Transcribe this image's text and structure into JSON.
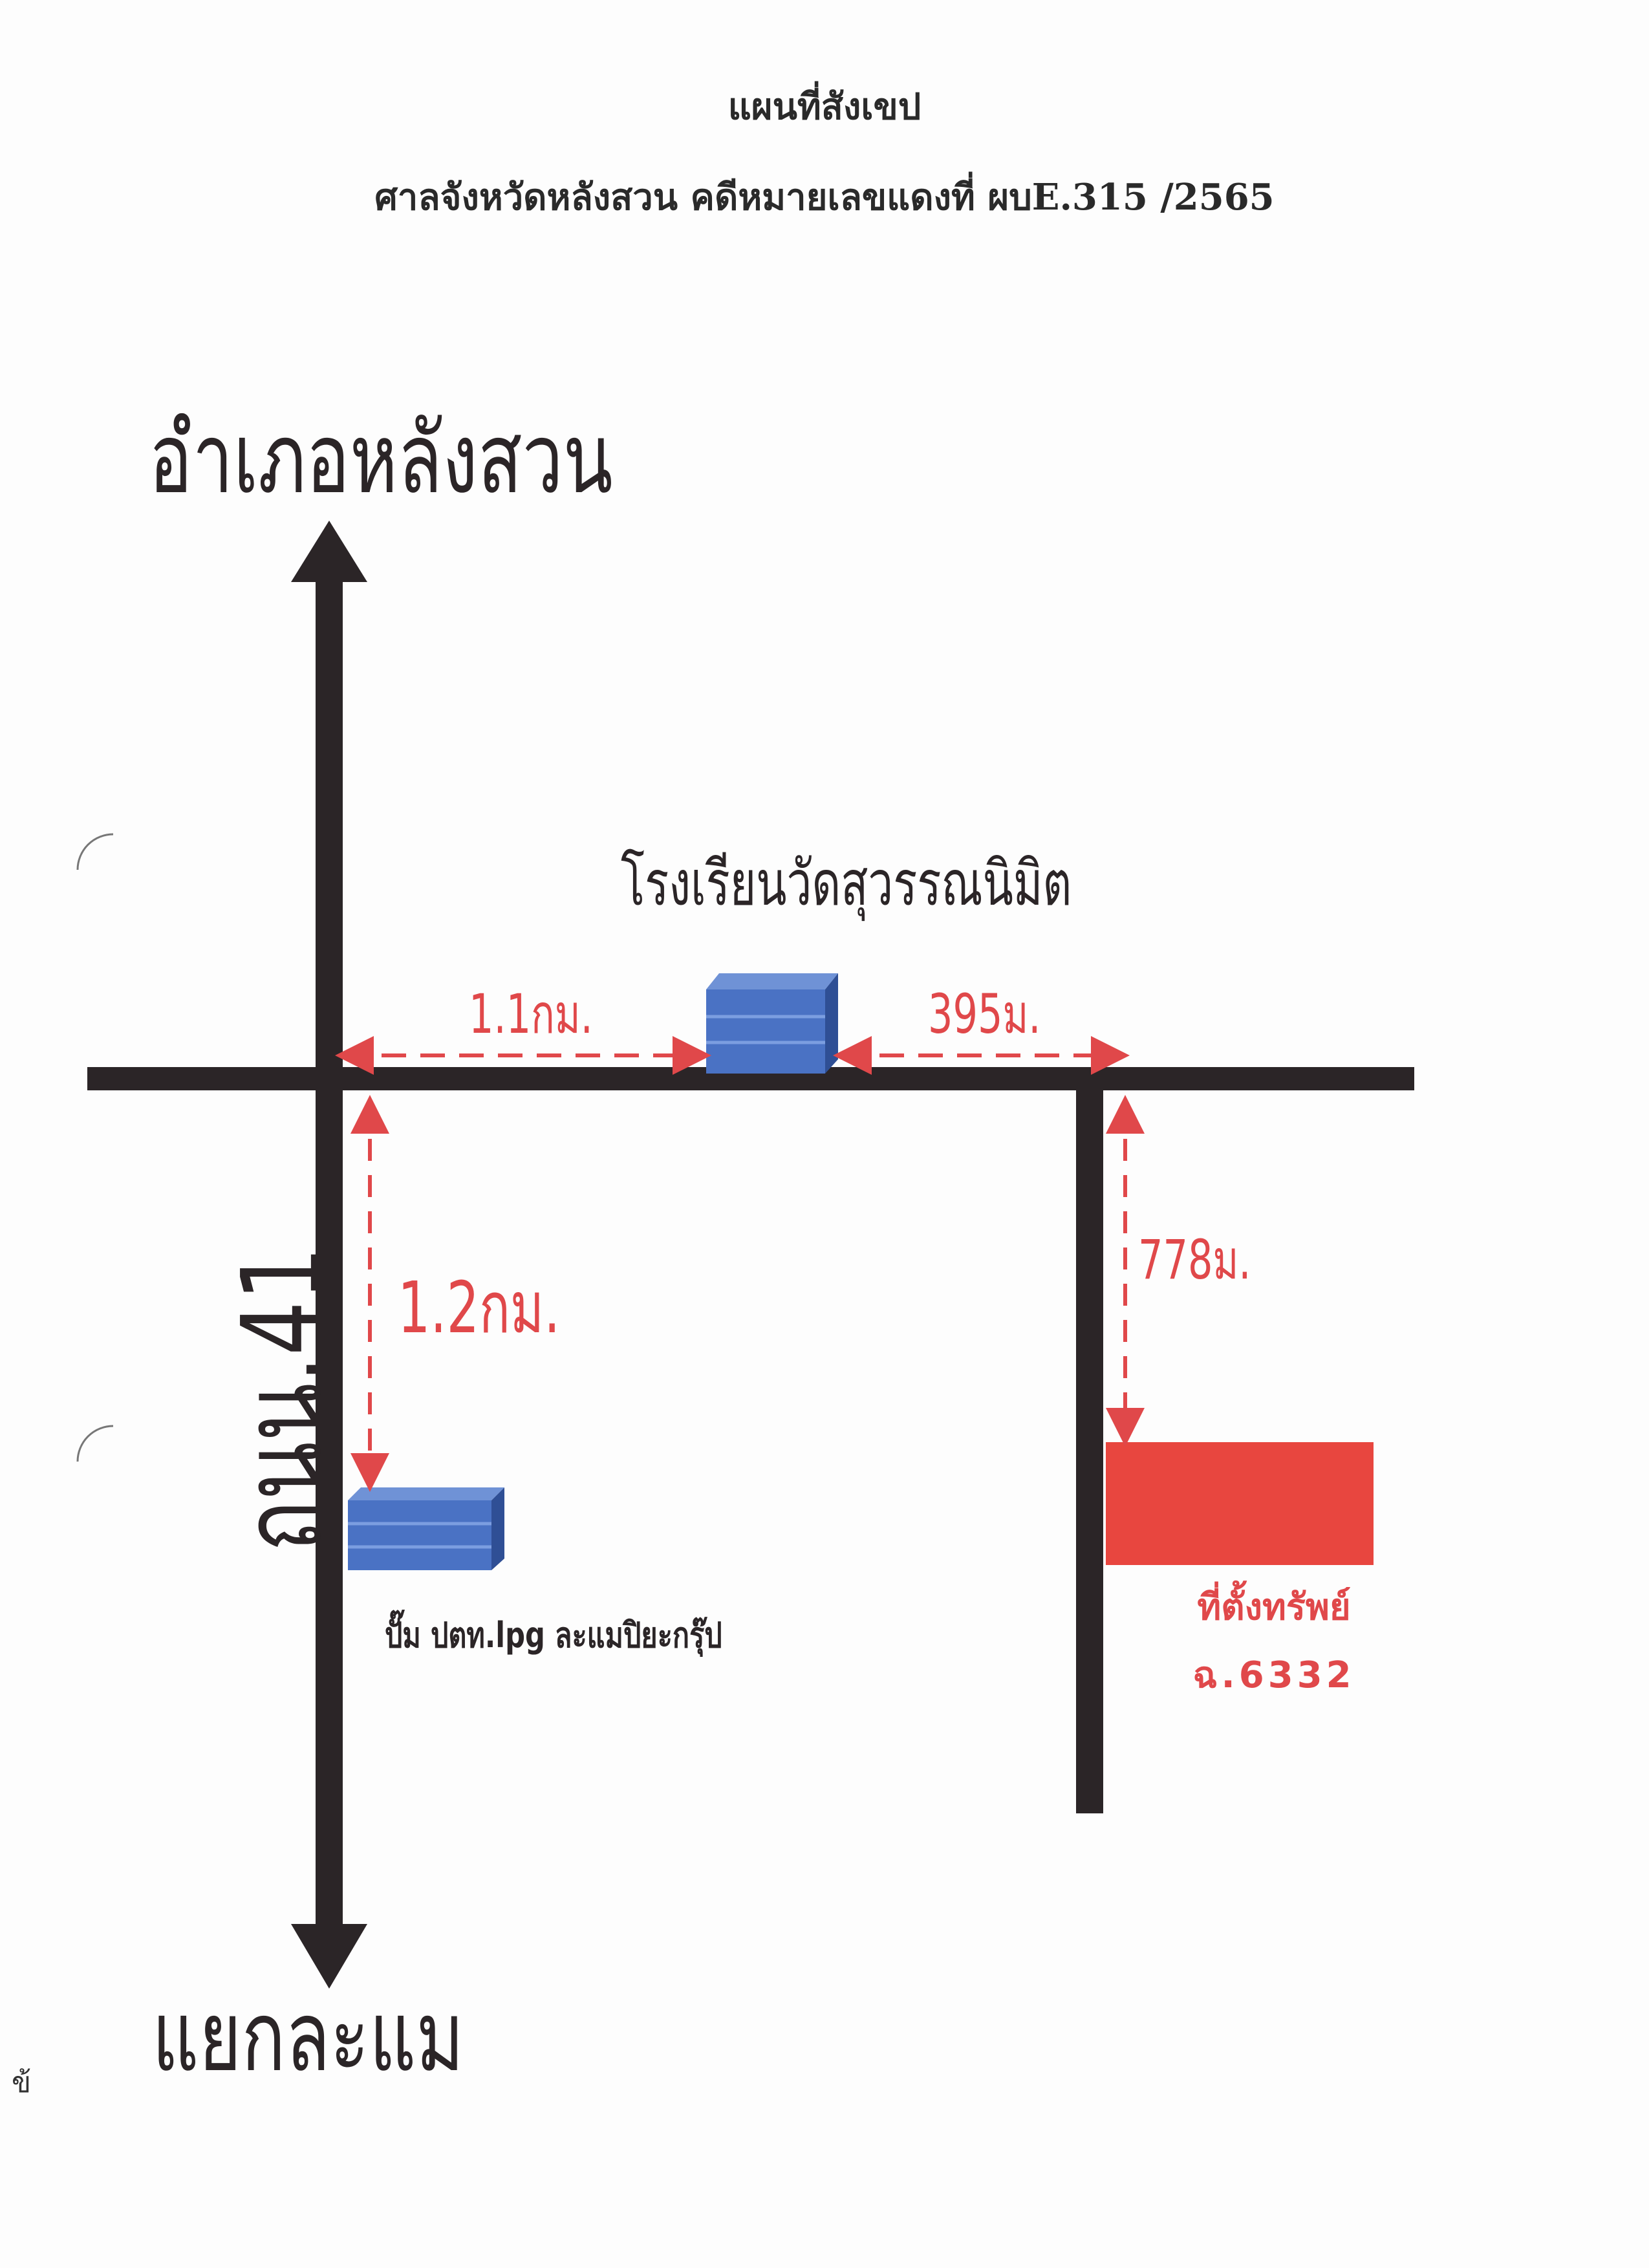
{
  "header": {
    "title": "แผนที่สังเขป",
    "subtitle": "ศาลจังหวัดหลังสวน คดีหมายเลขแดงที่ ผบE.315 /2565"
  },
  "map": {
    "north_label": "อำเภอหลังสวน",
    "south_label": "แยกละแม",
    "road_label": "ถนน.41",
    "school_label": "โรงเรียนวัดสุวรรณนิมิต",
    "pump_label": "ปั๊ม ปตท.lpg ละแมปิยะกรุ๊ป",
    "distances": {
      "to_school": "1.1กม.",
      "school_to_turn": "395ม.",
      "to_pump": "1.2กม.",
      "turn_to_property": "778ม."
    },
    "property": {
      "label": "ที่ตั้งทรัพย์",
      "deed": "ฉ.6332"
    }
  },
  "margin_mark": "ข้",
  "colors": {
    "road": "#2b2527",
    "accent_red": "#e0484a",
    "building_blue": "#4a72c4",
    "property_red": "#e8463f"
  }
}
